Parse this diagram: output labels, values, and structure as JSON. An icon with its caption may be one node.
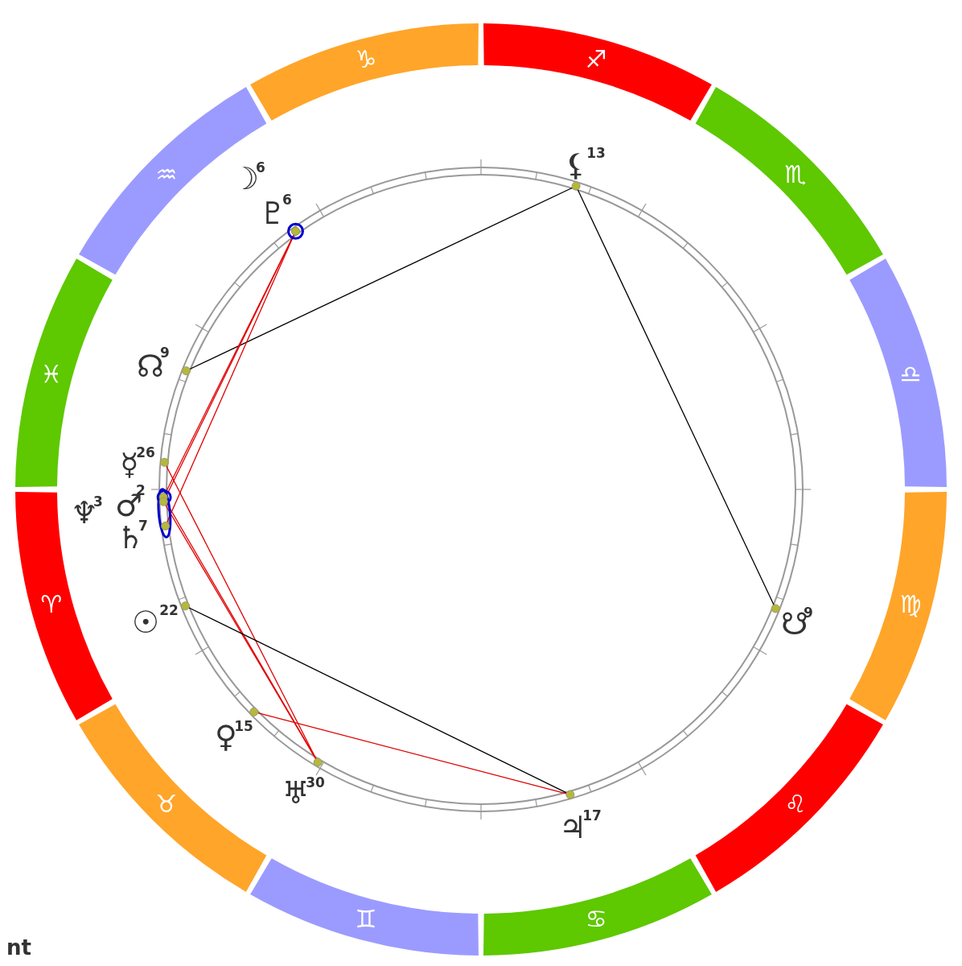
{
  "diagram": {
    "nodes": [
      {
        "text": [
          "♐"
        ]
      },
      {
        "text": [
          "♏"
        ]
      },
      {
        "text": [
          "♎"
        ]
      },
      {
        "text": [
          "♍"
        ]
      },
      {
        "text": [
          "♌"
        ]
      },
      {
        "text": [
          "♋"
        ]
      },
      {
        "text": [
          "♊"
        ]
      },
      {
        "text": [
          "♉"
        ]
      },
      {
        "text": [
          "♈"
        ]
      },
      {
        "text": [
          "♓"
        ]
      },
      {
        "text": [
          "♒"
        ]
      },
      {
        "text": [
          "♑"
        ]
      },
      {
        "text": [],
        "shape": "circle",
        "beside": [
          "☽",
          "6"
        ]
      },
      {
        "text": [],
        "shape": "circle",
        "beside": [
          "♇",
          "6"
        ]
      },
      {
        "text": [],
        "shape": "circle",
        "beside": [
          "⚸",
          "13"
        ]
      },
      {
        "text": [],
        "shape": "circle",
        "beside": [
          "☊",
          "9"
        ]
      },
      {
        "text": [],
        "shape": "circle",
        "beside": [
          "☿",
          "26"
        ]
      },
      {
        "text": [],
        "shape": "circle",
        "beside": [
          "♂",
          "2"
        ]
      },
      {
        "text": [],
        "shape": "circle",
        "beside": [
          "♆",
          "3"
        ]
      },
      {
        "text": [],
        "shape": "circle",
        "beside": [
          "♄",
          "7"
        ]
      },
      {
        "text": [],
        "shape": "circle",
        "beside": [
          "☉",
          "22"
        ]
      },
      {
        "text": [],
        "shape": "circle",
        "beside": [
          "♀",
          "15"
        ]
      },
      {
        "text": [],
        "shape": "circle",
        "beside": [
          "♅",
          "30"
        ]
      },
      {
        "text": [],
        "shape": "circle",
        "beside": [
          "♃",
          "17"
        ]
      },
      {
        "text": [],
        "shape": "circle",
        "beside": [
          "☋",
          "9"
        ]
      }
    ],
    "edges": [
      {
        "from": 14,
        "to": 15,
        "arrow": "none",
        "color": "#000000"
      },
      {
        "from": 14,
        "to": 24,
        "arrow": "none",
        "color": "#000000"
      },
      {
        "from": 13,
        "to": 17,
        "arrow": "none"
      },
      {
        "from": 13,
        "to": 18,
        "arrow": "none"
      },
      {
        "from": 13,
        "to": 19,
        "arrow": "none"
      },
      {
        "from": 16,
        "to": 22,
        "arrow": "none"
      },
      {
        "from": 17,
        "to": 22,
        "arrow": "none"
      },
      {
        "from": 18,
        "to": 22,
        "arrow": "none"
      },
      {
        "from": 20,
        "to": 23,
        "arrow": "none",
        "color": "#000000"
      },
      {
        "from": 21,
        "to": 23,
        "arrow": "none"
      }
    ],
    "labels": [
      "nt"
    ]
  }
}
